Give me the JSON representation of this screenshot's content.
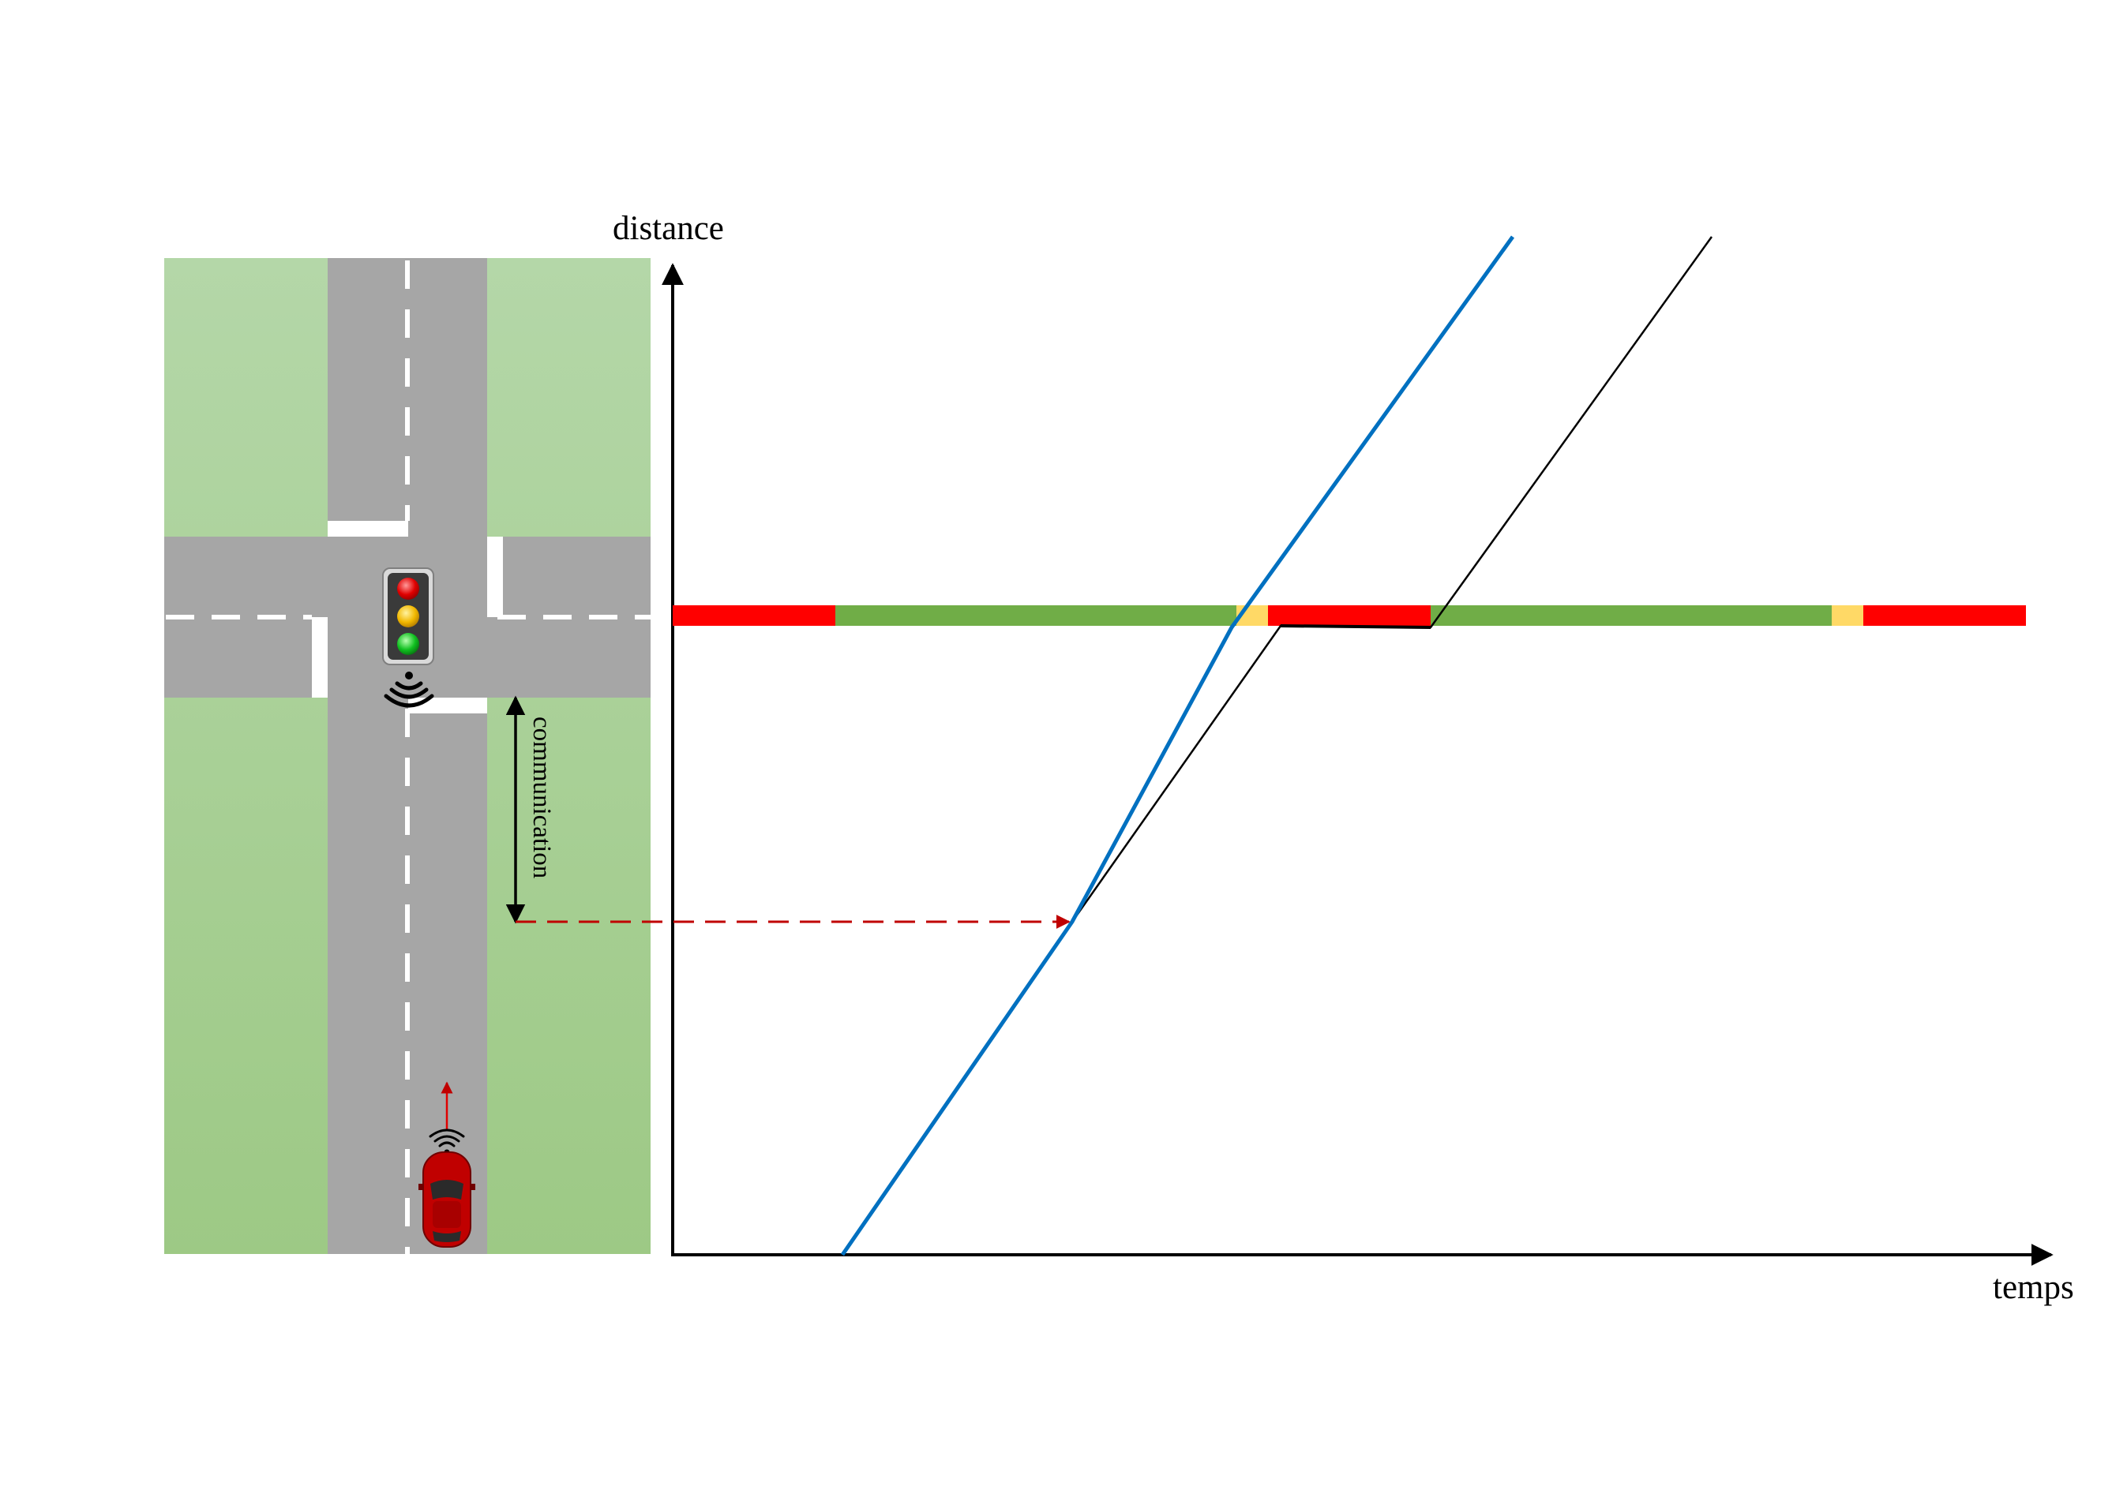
{
  "labels": {
    "y_axis": "distance",
    "x_axis": "temps",
    "communication": "communication"
  },
  "colors": {
    "grass_light": "#b4d7a8",
    "grass_dark": "#9dc985",
    "road": "#a6a6a6",
    "lane_mark": "#ffffff",
    "signal_red": "#ff0000",
    "signal_green": "#70ad47",
    "signal_yellow": "#ffd966",
    "trajectory_connected": "#0070c0",
    "trajectory_conventional": "#000000",
    "communication_arrow": "#c00000",
    "car": "#c00000"
  },
  "icons": {
    "traffic_light": "traffic-light-icon",
    "wireless": "wireless-signal-icon",
    "car": "red-car-icon"
  },
  "signal_timeline": [
    "red",
    "green",
    "yellow",
    "red",
    "green",
    "yellow",
    "red"
  ]
}
